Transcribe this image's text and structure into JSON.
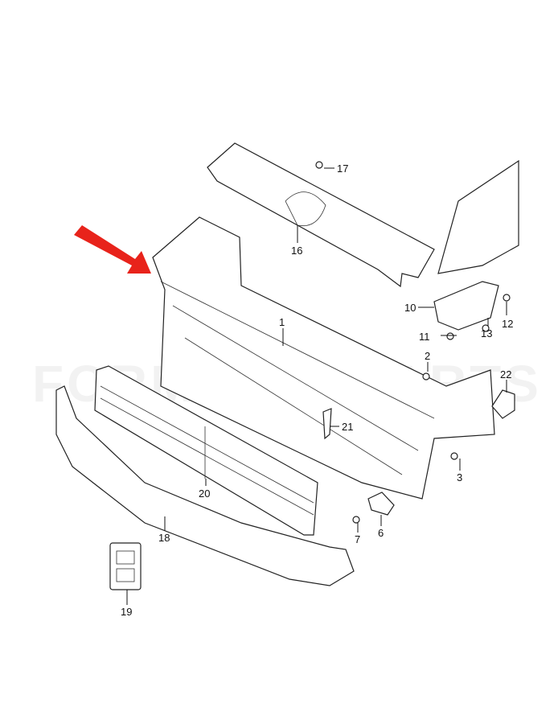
{
  "watermark": "FORMYCARPARTS",
  "arrow_color": "#e8231b",
  "callouts": [
    {
      "id": "1",
      "label": "1"
    },
    {
      "id": "2",
      "label": "2"
    },
    {
      "id": "3",
      "label": "3"
    },
    {
      "id": "6",
      "label": "6"
    },
    {
      "id": "7",
      "label": "7"
    },
    {
      "id": "10",
      "label": "10"
    },
    {
      "id": "11",
      "label": "11"
    },
    {
      "id": "12",
      "label": "12"
    },
    {
      "id": "13",
      "label": "13"
    },
    {
      "id": "16",
      "label": "16"
    },
    {
      "id": "17",
      "label": "17"
    },
    {
      "id": "18",
      "label": "18"
    },
    {
      "id": "19",
      "label": "19"
    },
    {
      "id": "20",
      "label": "20"
    },
    {
      "id": "21",
      "label": "21"
    },
    {
      "id": "22",
      "label": "22"
    }
  ]
}
